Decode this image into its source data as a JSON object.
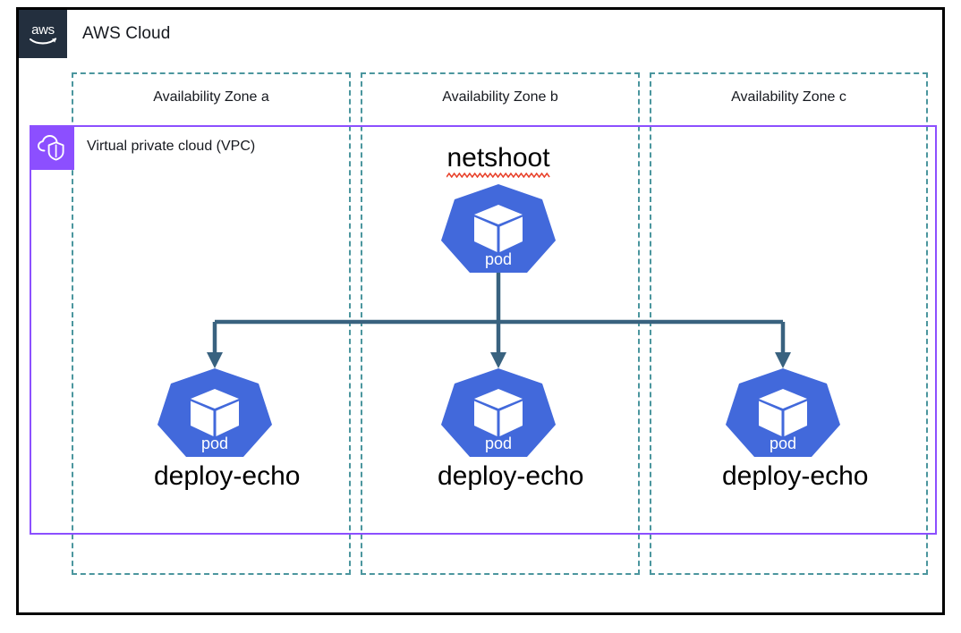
{
  "diagram": {
    "title": "AWS Cloud",
    "type": "aws-architecture-diagram"
  },
  "cloud": {
    "label": "AWS Cloud",
    "logo_icon": "aws-logo-icon",
    "logo_text": "aws",
    "border_color": "#000000",
    "logo_background": "#232F3E"
  },
  "availability_zones": [
    {
      "label": "Availability Zone a",
      "id": "az-a"
    },
    {
      "label": "Availability Zone b",
      "id": "az-b"
    },
    {
      "label": "Availability Zone c",
      "id": "az-c"
    }
  ],
  "az_border_color": "#4B969E",
  "vpc": {
    "label": "Virtual private cloud (VPC)",
    "icon": "vpc-cloud-shield-icon",
    "border_color": "#8C4FFF",
    "icon_background": "#8C4FFF"
  },
  "nodes": {
    "source": {
      "name": "netshoot",
      "icon": "kubernetes-pod-icon",
      "icon_label": "pod",
      "zone": "Availability Zone b",
      "spellcheck_flagged": true,
      "color": "#4269DB"
    },
    "targets": [
      {
        "name": "deploy-echo",
        "icon": "kubernetes-pod-icon",
        "icon_label": "pod",
        "zone": "Availability Zone a",
        "color": "#4269DB"
      },
      {
        "name": "deploy-echo",
        "icon": "kubernetes-pod-icon",
        "icon_label": "pod",
        "zone": "Availability Zone b",
        "color": "#4269DB"
      },
      {
        "name": "deploy-echo",
        "icon": "kubernetes-pod-icon",
        "icon_label": "pod",
        "zone": "Availability Zone c",
        "color": "#4269DB"
      }
    ]
  },
  "connector": {
    "color": "#39627F",
    "style": "orthogonal-arrow",
    "description": "netshoot fans out to three deploy-echo pods"
  },
  "spellcheck_underline_color": "#E8412A"
}
